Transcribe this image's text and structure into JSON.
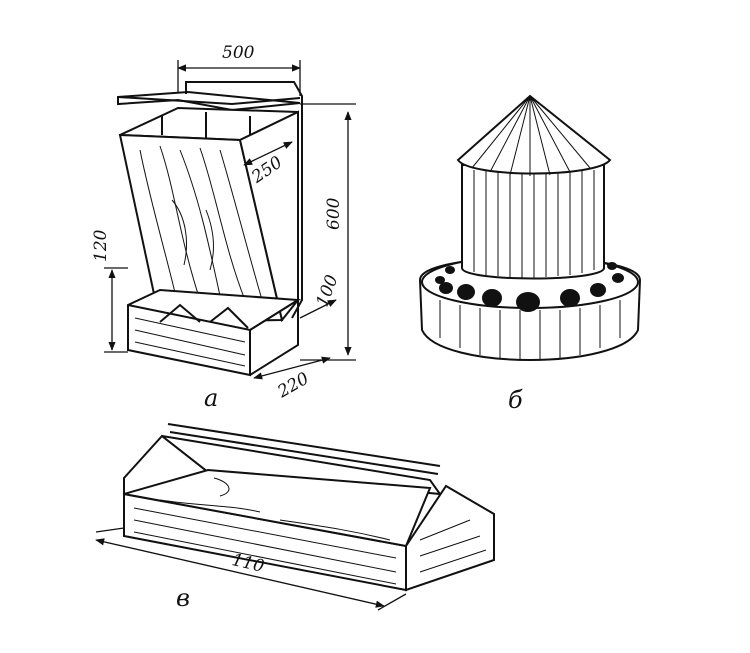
{
  "figure_a": {
    "caption": "а",
    "dim_width": "500",
    "dim_diag": "250",
    "dim_height": "600",
    "dim_left": "120",
    "dim_slot": "100",
    "dim_depth": "220"
  },
  "figure_b": {
    "caption": "б"
  },
  "figure_c": {
    "caption": "в",
    "dim_length": "110"
  }
}
